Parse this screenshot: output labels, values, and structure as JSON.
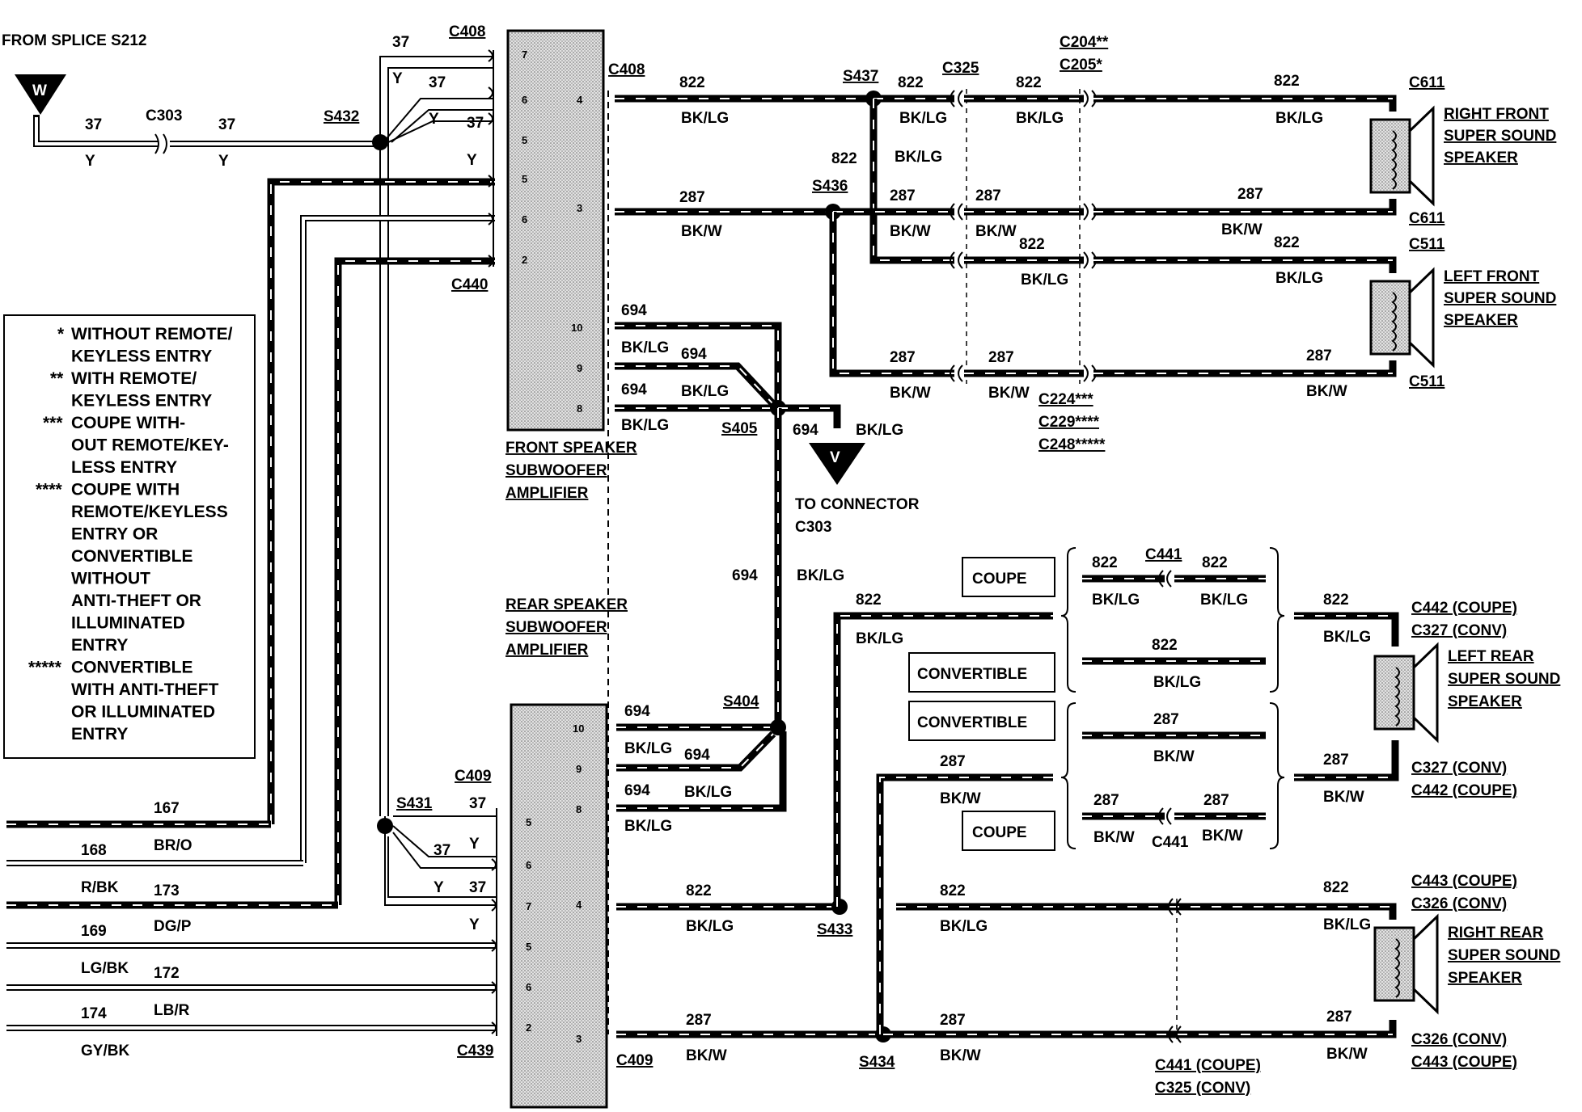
{
  "title": "FROM SPLICE S212",
  "legend": [
    {
      "mark": "*",
      "lines": [
        "WITHOUT REMOTE/",
        "KEYLESS ENTRY"
      ]
    },
    {
      "mark": "**",
      "lines": [
        "WITH REMOTE/",
        "KEYLESS ENTRY"
      ]
    },
    {
      "mark": "***",
      "lines": [
        "COUPE WITH-",
        "OUT REMOTE/KEY-",
        "LESS ENTRY"
      ]
    },
    {
      "mark": "****",
      "lines": [
        "COUPE WITH",
        "REMOTE/KEYLESS",
        "ENTRY OR",
        "CONVERTIBLE",
        "WITHOUT",
        "ANTI-THEFT OR",
        "ILLUMINATED",
        "ENTRY"
      ]
    },
    {
      "mark": "*****",
      "lines": [
        "CONVERTIBLE",
        "WITH ANTI-THEFT",
        "OR ILLUMINATED",
        "ENTRY"
      ]
    }
  ],
  "components": {
    "front_amp": [
      "FRONT SPEAKER",
      "SUBWOOFER",
      "AMPLIFIER"
    ],
    "rear_amp": [
      "REAR SPEAKER",
      "SUBWOOFER",
      "AMPLIFIER"
    ],
    "right_front": [
      "RIGHT FRONT",
      "SUPER SOUND",
      "SPEAKER"
    ],
    "left_front": [
      "LEFT FRONT",
      "SUPER SOUND",
      "SPEAKER"
    ],
    "left_rear": [
      "LEFT REAR",
      "SUPER SOUND",
      "SPEAKER"
    ],
    "right_rear": [
      "RIGHT REAR",
      "SUPER SOUND",
      "SPEAKER"
    ],
    "to_connector": [
      "TO CONNECTOR",
      "C303"
    ]
  },
  "markers": {
    "w": "W",
    "v": "V"
  },
  "boxes": {
    "coupe": "COUPE",
    "convertible": "CONVERTIBLE"
  },
  "connectors": {
    "c303": "C303",
    "c408": "C408",
    "c440": "C440",
    "c409": "C409",
    "c439": "C439",
    "c325": "C325",
    "c204": "C204**",
    "c205": "C205*",
    "c611": "C611",
    "c511": "C511",
    "c224": "C224***",
    "c229": "C229****",
    "c248": "C248*****",
    "c441": "C441",
    "c442_coupe": "C442 (COUPE)",
    "c327_conv": "C327 (CONV)",
    "c443_coupe": "C443 (COUPE)",
    "c326_conv": "C326 (CONV)",
    "c441_coupe": "C441 (COUPE)",
    "c325_conv": "C325 (CONV)"
  },
  "splices": {
    "s432": "S432",
    "s437": "S437",
    "s436": "S436",
    "s405": "S405",
    "s404": "S404",
    "s431": "S431",
    "s433": "S433",
    "s434": "S434"
  },
  "circuits": {
    "c37": "37",
    "c822": "822",
    "c287": "287",
    "c694": "694",
    "c167": "167",
    "c168": "168",
    "c173": "173",
    "c169": "169",
    "c172": "172",
    "c174": "174"
  },
  "colors": {
    "y": "Y",
    "bklg": "BK/LG",
    "bkw": "BK/W",
    "bro": "BR/O",
    "rbk": "R/BK",
    "dgp": "DG/P",
    "lgbk": "LG/BK",
    "lbr": "LB/R",
    "gybk": "GY/BK"
  },
  "pins": {
    "front": [
      "7",
      "6",
      "4",
      "5",
      "5",
      "3",
      "6",
      "2",
      "10",
      "9",
      "8"
    ],
    "rear": [
      "10",
      "9",
      "8",
      "5",
      "6",
      "4",
      "7",
      "5",
      "6",
      "2",
      "3"
    ]
  }
}
